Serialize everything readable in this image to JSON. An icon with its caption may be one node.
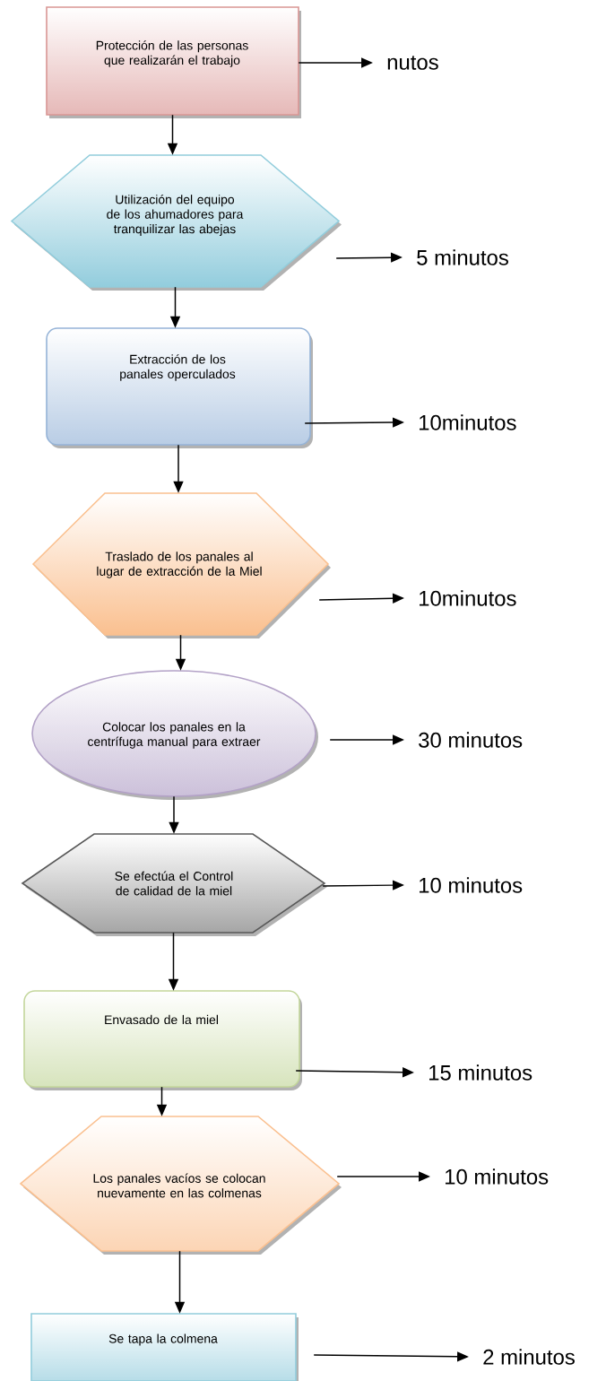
{
  "diagram": {
    "nodes": [
      {
        "text": [
          "Protección de las personas que realizarán el trabajo"
        ]
      },
      {
        "text": [
          "Utilización del equipo de los ahumadores para tranquilizar las abejas"
        ]
      },
      {
        "text": [
          "Extracción de los panales operculados"
        ]
      },
      {
        "text": [
          "Traslado de los panales al lugar de extracción de la Miel"
        ]
      },
      {
        "text": [
          "Colocar los panales en la centrífuga manual para extraer"
        ]
      },
      {
        "text": [
          "Se efectúa el Control de calidad de la miel"
        ]
      },
      {
        "text": [
          "Envasado de la miel"
        ]
      },
      {
        "text": [
          "Los panales vacíos se colocan nuevamente en las colmenas"
        ]
      },
      {
        "text": [
          "Se tapa la colmena"
        ]
      },
      {
        "text": [
          "nutos"
        ]
      },
      {
        "text": [
          "5 minutos"
        ]
      },
      {
        "text": [
          "10minutos"
        ]
      },
      {
        "text": [
          "10minutos"
        ]
      },
      {
        "text": [
          "30 minutos"
        ]
      },
      {
        "text": [
          "10 minutos"
        ]
      },
      {
        "text": [
          "15 minutos"
        ]
      },
      {
        "text": [
          "10 minutos"
        ]
      },
      {
        "text": [
          "2 minutos"
        ]
      }
    ],
    "edges": [
      {
        "from": 0,
        "to": 1,
        "arrow": "to"
      },
      {
        "from": 1,
        "to": 2,
        "arrow": "to"
      },
      {
        "from": 2,
        "to": 3,
        "arrow": "to"
      },
      {
        "from": 3,
        "to": 4,
        "arrow": "to"
      },
      {
        "from": 4,
        "to": 5,
        "arrow": "to"
      },
      {
        "from": 5,
        "to": 6,
        "arrow": "to"
      },
      {
        "from": 6,
        "to": 7,
        "arrow": "to"
      },
      {
        "from": 7,
        "to": 8,
        "arrow": "to"
      },
      {
        "from": 0,
        "to": 9,
        "arrow": "to"
      },
      {
        "from": 1,
        "to": 10,
        "arrow": "to"
      },
      {
        "from": 2,
        "to": 11,
        "arrow": "to"
      },
      {
        "from": 3,
        "to": 12,
        "arrow": "to"
      },
      {
        "from": 4,
        "to": 13,
        "arrow": "to"
      },
      {
        "from": 5,
        "to": 14,
        "arrow": "to"
      },
      {
        "from": 6,
        "to": 15,
        "arrow": "to"
      },
      {
        "from": 7,
        "to": 16,
        "arrow": "to"
      },
      {
        "from": 8,
        "to": 17,
        "arrow": "to"
      }
    ]
  }
}
